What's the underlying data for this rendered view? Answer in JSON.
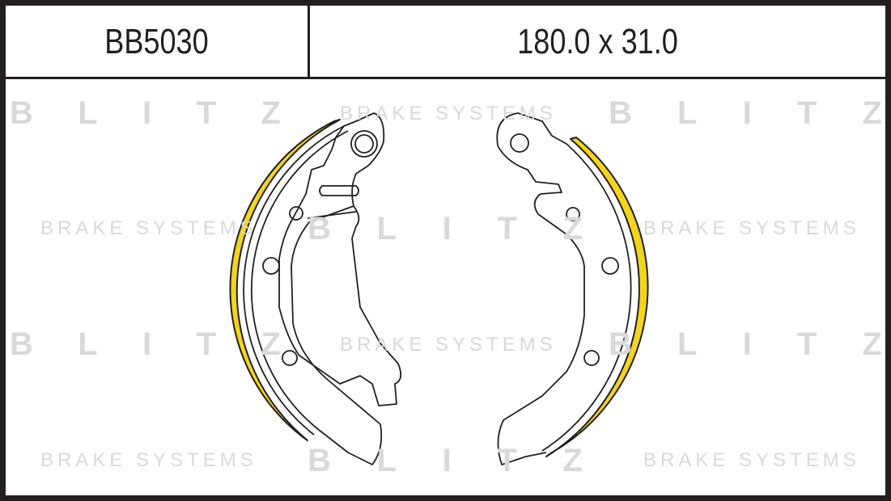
{
  "header": {
    "part_number": "BB5030",
    "dimensions": "180.0 x 31.0"
  },
  "watermark": {
    "brand": [
      "B",
      "L",
      "I",
      "T",
      "Z"
    ],
    "tagline": "BRAKE SYSTEMS"
  },
  "colors": {
    "lining": "#f2d51c",
    "outline": "#231f20",
    "watermark": "#d9d9d9"
  }
}
